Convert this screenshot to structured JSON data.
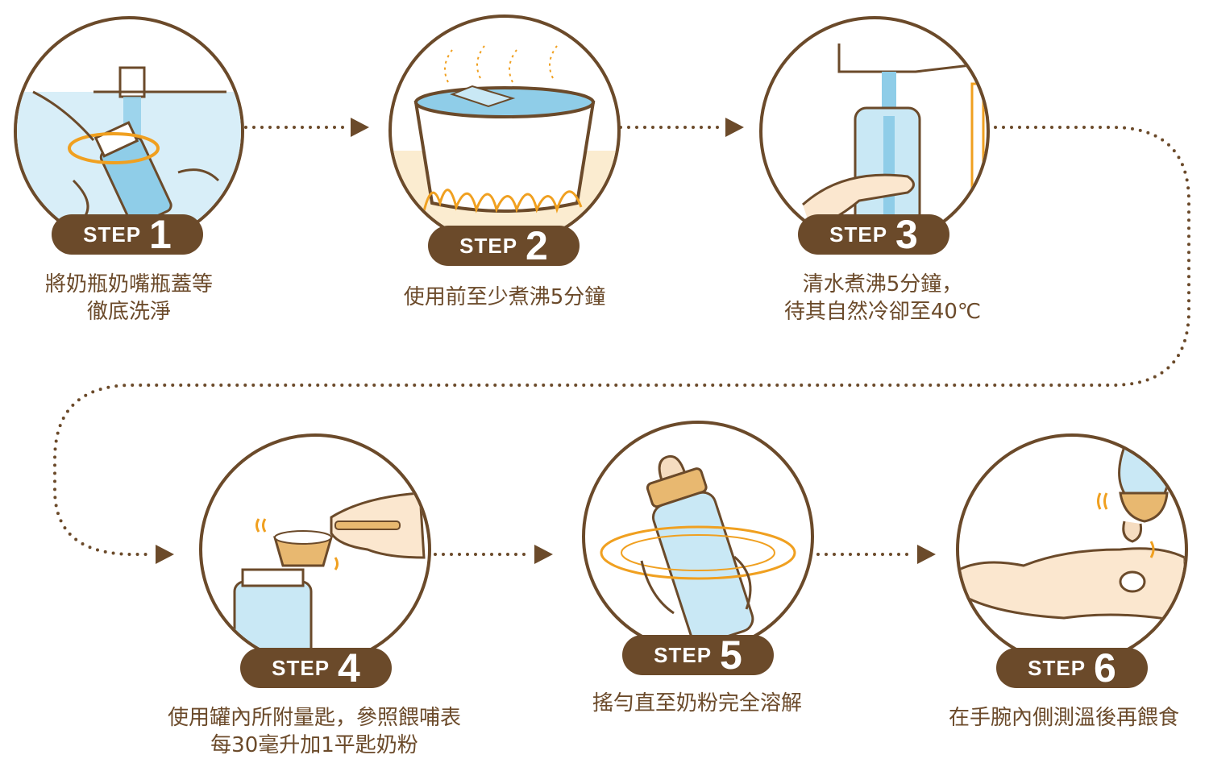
{
  "colors": {
    "brown": "#6b4a2a",
    "orange": "#f0a020",
    "water": "#8fcde8",
    "skin": "#fbe7cf"
  },
  "steps": [
    {
      "label": "STEP",
      "number": "1",
      "caption": [
        "將奶瓶奶嘴瓶蓋等",
        "徹底洗淨"
      ],
      "icon": "washing-bottle-icon"
    },
    {
      "label": "STEP",
      "number": "2",
      "caption": [
        "使用前至少煮沸5分鐘"
      ],
      "icon": "boiling-pot-icon"
    },
    {
      "label": "STEP",
      "number": "3",
      "caption": [
        "清水煮沸5分鐘，",
        "待其自然冷卻至40℃"
      ],
      "icon": "filling-bottle-icon"
    },
    {
      "label": "STEP",
      "number": "4",
      "caption": [
        "使用罐內所附量匙，參照餵哺表",
        "每30毫升加1平匙奶粉"
      ],
      "icon": "measuring-scoop-icon"
    },
    {
      "label": "STEP",
      "number": "5",
      "caption": [
        "搖勻直至奶粉完全溶解"
      ],
      "icon": "shaking-bottle-icon"
    },
    {
      "label": "STEP",
      "number": "6",
      "caption": [
        "在手腕內側測溫後再餵食"
      ],
      "icon": "wrist-test-icon"
    }
  ]
}
